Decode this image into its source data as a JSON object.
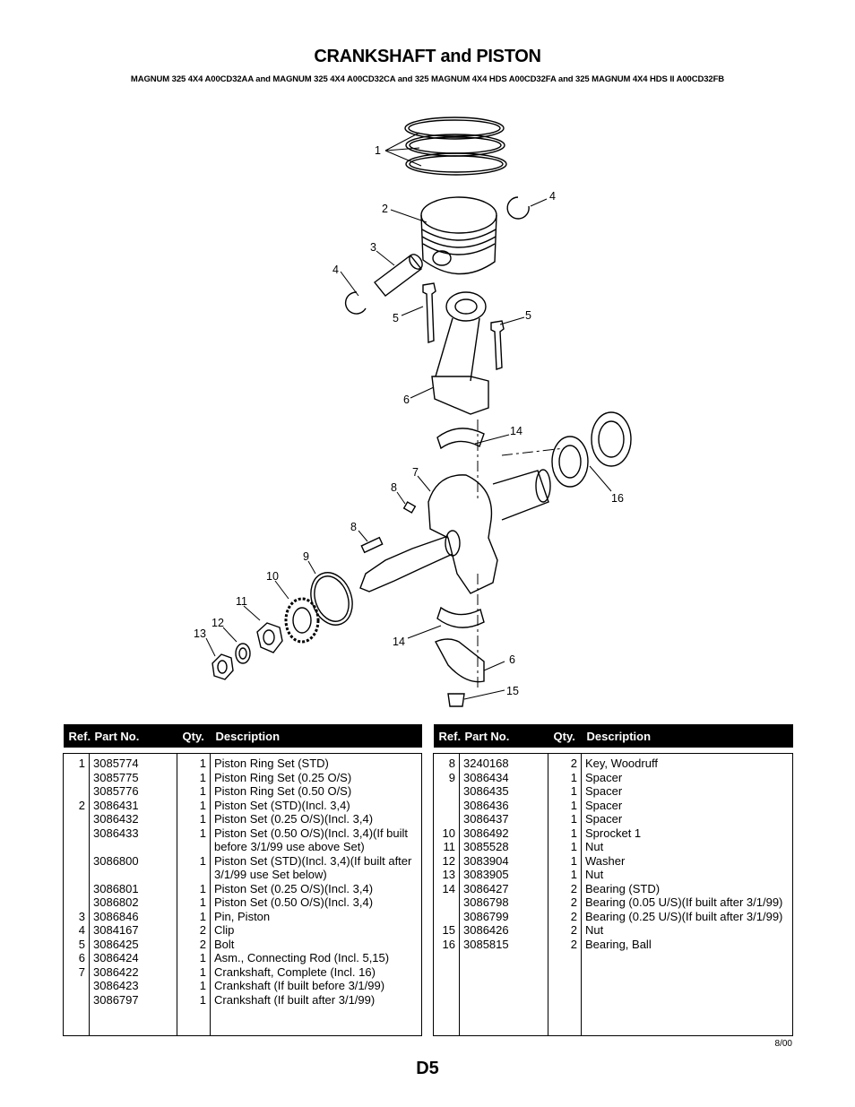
{
  "title": "CRANKSHAFT and PISTON",
  "subtitle": "MAGNUM 325 4X4 A00CD32AA and MAGNUM 325 4X4 A00CD32CA and 325 MAGNUM 4X4 HDS A00CD32FA and 325 MAGNUM 4X4 HDS II A00CD32FB",
  "callouts": [
    "1",
    "4",
    "2",
    "3",
    "4",
    "5",
    "5",
    "6",
    "14",
    "7",
    "8",
    "16",
    "8",
    "9",
    "10",
    "11",
    "12",
    "13",
    "14",
    "6",
    "15"
  ],
  "table_headers": {
    "ref": "Ref.",
    "part": "Part No.",
    "qty": "Qty.",
    "desc": "Description"
  },
  "left_table": {
    "refs": "1\n\n\n2\n\n\n\n\n\n\n\n3\n4\n5\n6\n7",
    "parts": "3085774\n3085775\n3085776\n3086431\n3086432\n3086433\n\n3086800\n\n3086801\n3086802\n3086846\n3084167\n3086425\n3086424\n3086422\n3086423\n3086797",
    "qtys": "1\n1\n1\n1\n1\n1\n\n1\n\n1\n1\n1\n2\n2\n1\n1\n1\n1",
    "descs": "Piston Ring Set (STD)\nPiston Ring Set (0.25 O/S)\nPiston Ring Set (0.50 O/S)\nPiston Set (STD)(Incl. 3,4)\nPiston Set (0.25 O/S)(Incl. 3,4)\nPiston Set (0.50 O/S)(Incl. 3,4)(If built\nbefore 3/1/99 use above Set)\nPiston Set (STD)(Incl. 3,4)(If built after\n3/1/99 use Set below)\nPiston Set (0.25 O/S)(Incl. 3,4)\nPiston Set (0.50 O/S)(Incl. 3,4)\nPin, Piston\nClip\nBolt\nAsm., Connecting Rod (Incl. 5,15)\nCrankshaft, Complete (Incl. 16)\nCrankshaft (If built before 3/1/99)\nCrankshaft (If built after 3/1/99)"
  },
  "right_table": {
    "refs": "8\n9\n\n\n\n10\n11\n12\n13\n14\n\n\n15\n16",
    "parts": "3240168\n3086434\n3086435\n3086436\n3086437\n3086492\n3085528\n3083904\n3083905\n3086427\n3086798\n3086799\n3086426\n3085815",
    "qtys": "2\n1\n1\n1\n1\n1\n1\n1\n1\n2\n2\n2\n2\n2",
    "descs": "Key, Woodruff\nSpacer\nSpacer\nSpacer\nSpacer\nSprocket 1\nNut\nWasher\nNut\nBearing (STD)\nBearing (0.05 U/S)(If built after 3/1/99)\nBearing (0.25 U/S)(If built after 3/1/99)\nNut\nBearing, Ball"
  },
  "date": "8/00",
  "page_number": "D5"
}
